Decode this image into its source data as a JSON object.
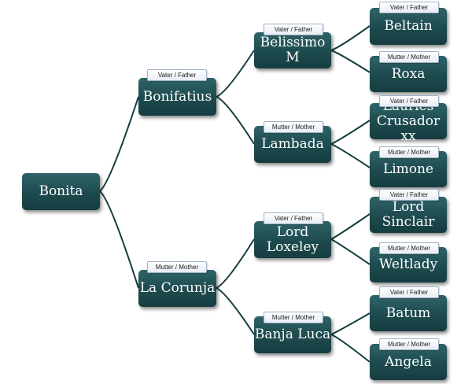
{
  "pedigree": {
    "subject": "Bonita",
    "father": {
      "role": "Vater / Father",
      "name": "Bonifatius",
      "father": {
        "role": "Vater / Father",
        "name": "Belissimo M",
        "father": {
          "role": "Vater / Father",
          "name": "Beltain"
        },
        "mother": {
          "role": "Mutter / Mother",
          "name": "Roxa"
        }
      },
      "mother": {
        "role": "Mutter / Mother",
        "name": "Lambada",
        "father": {
          "role": "Vater / Father",
          "name": "Lauries\nCrusador xx"
        },
        "mother": {
          "role": "Mutter / Mother",
          "name": "Limone"
        }
      }
    },
    "mother": {
      "role": "Mutter / Mother",
      "name": "La Corunja",
      "father": {
        "role": "Vater / Father",
        "name": "Lord Loxeley",
        "father": {
          "role": "Vater / Father",
          "name": "Lord\nSinclair"
        },
        "mother": {
          "role": "Mutter / Mother",
          "name": "Weltlady"
        }
      },
      "mother": {
        "role": "Mutter / Mother",
        "name": "Banja Luca",
        "father": {
          "role": "Vater / Father",
          "name": "Batum"
        },
        "mother": {
          "role": "Mutter / Mother",
          "name": "Angela"
        }
      }
    }
  },
  "colors": {
    "node_fill": "#1d4a4e",
    "connector": "#163d41",
    "tag_border": "#9fb0c4"
  }
}
